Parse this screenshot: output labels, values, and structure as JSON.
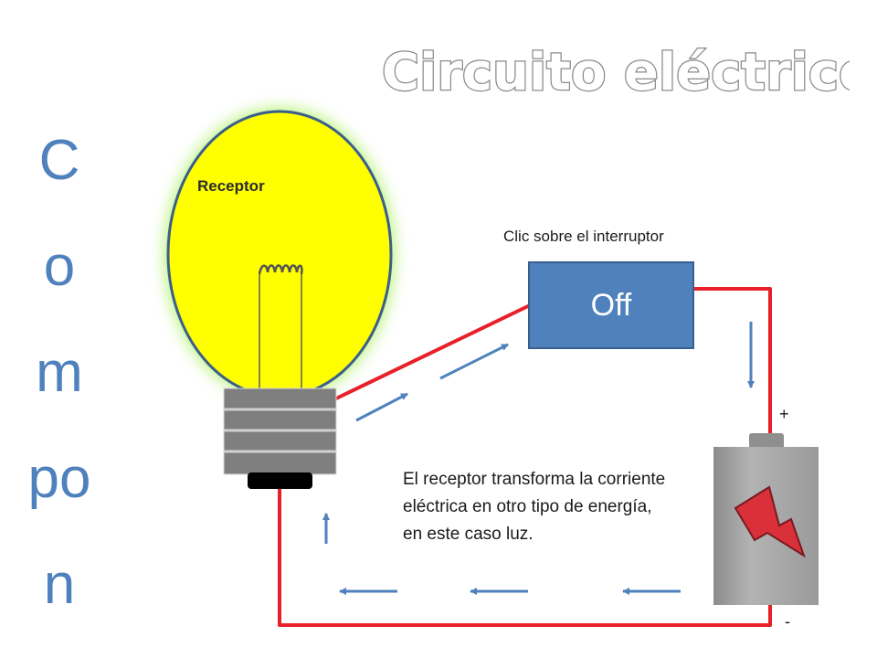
{
  "slide": {
    "title": "Circuito eléctrico",
    "vertical_word": "Compon",
    "receptor_label": "Receptor",
    "switch_instruction": "Clic sobre el interruptor",
    "switch_state": "Off",
    "battery_positive": "+",
    "battery_negative": "-",
    "description": "El receptor transforma la corriente eléctrica en otro tipo de energía, en este caso luz."
  },
  "colors": {
    "accent_blue": "#4f81bd",
    "wire_red": "#e8202a",
    "bulb_yellow": "#ffff00",
    "bulb_glow": "#b9f27a",
    "battery_grey": "#a6a6a6",
    "bolt_red": "#d9303a"
  },
  "icons": [
    "lightbulb-icon",
    "battery-icon",
    "lightning-bolt-icon",
    "arrow-icon"
  ]
}
